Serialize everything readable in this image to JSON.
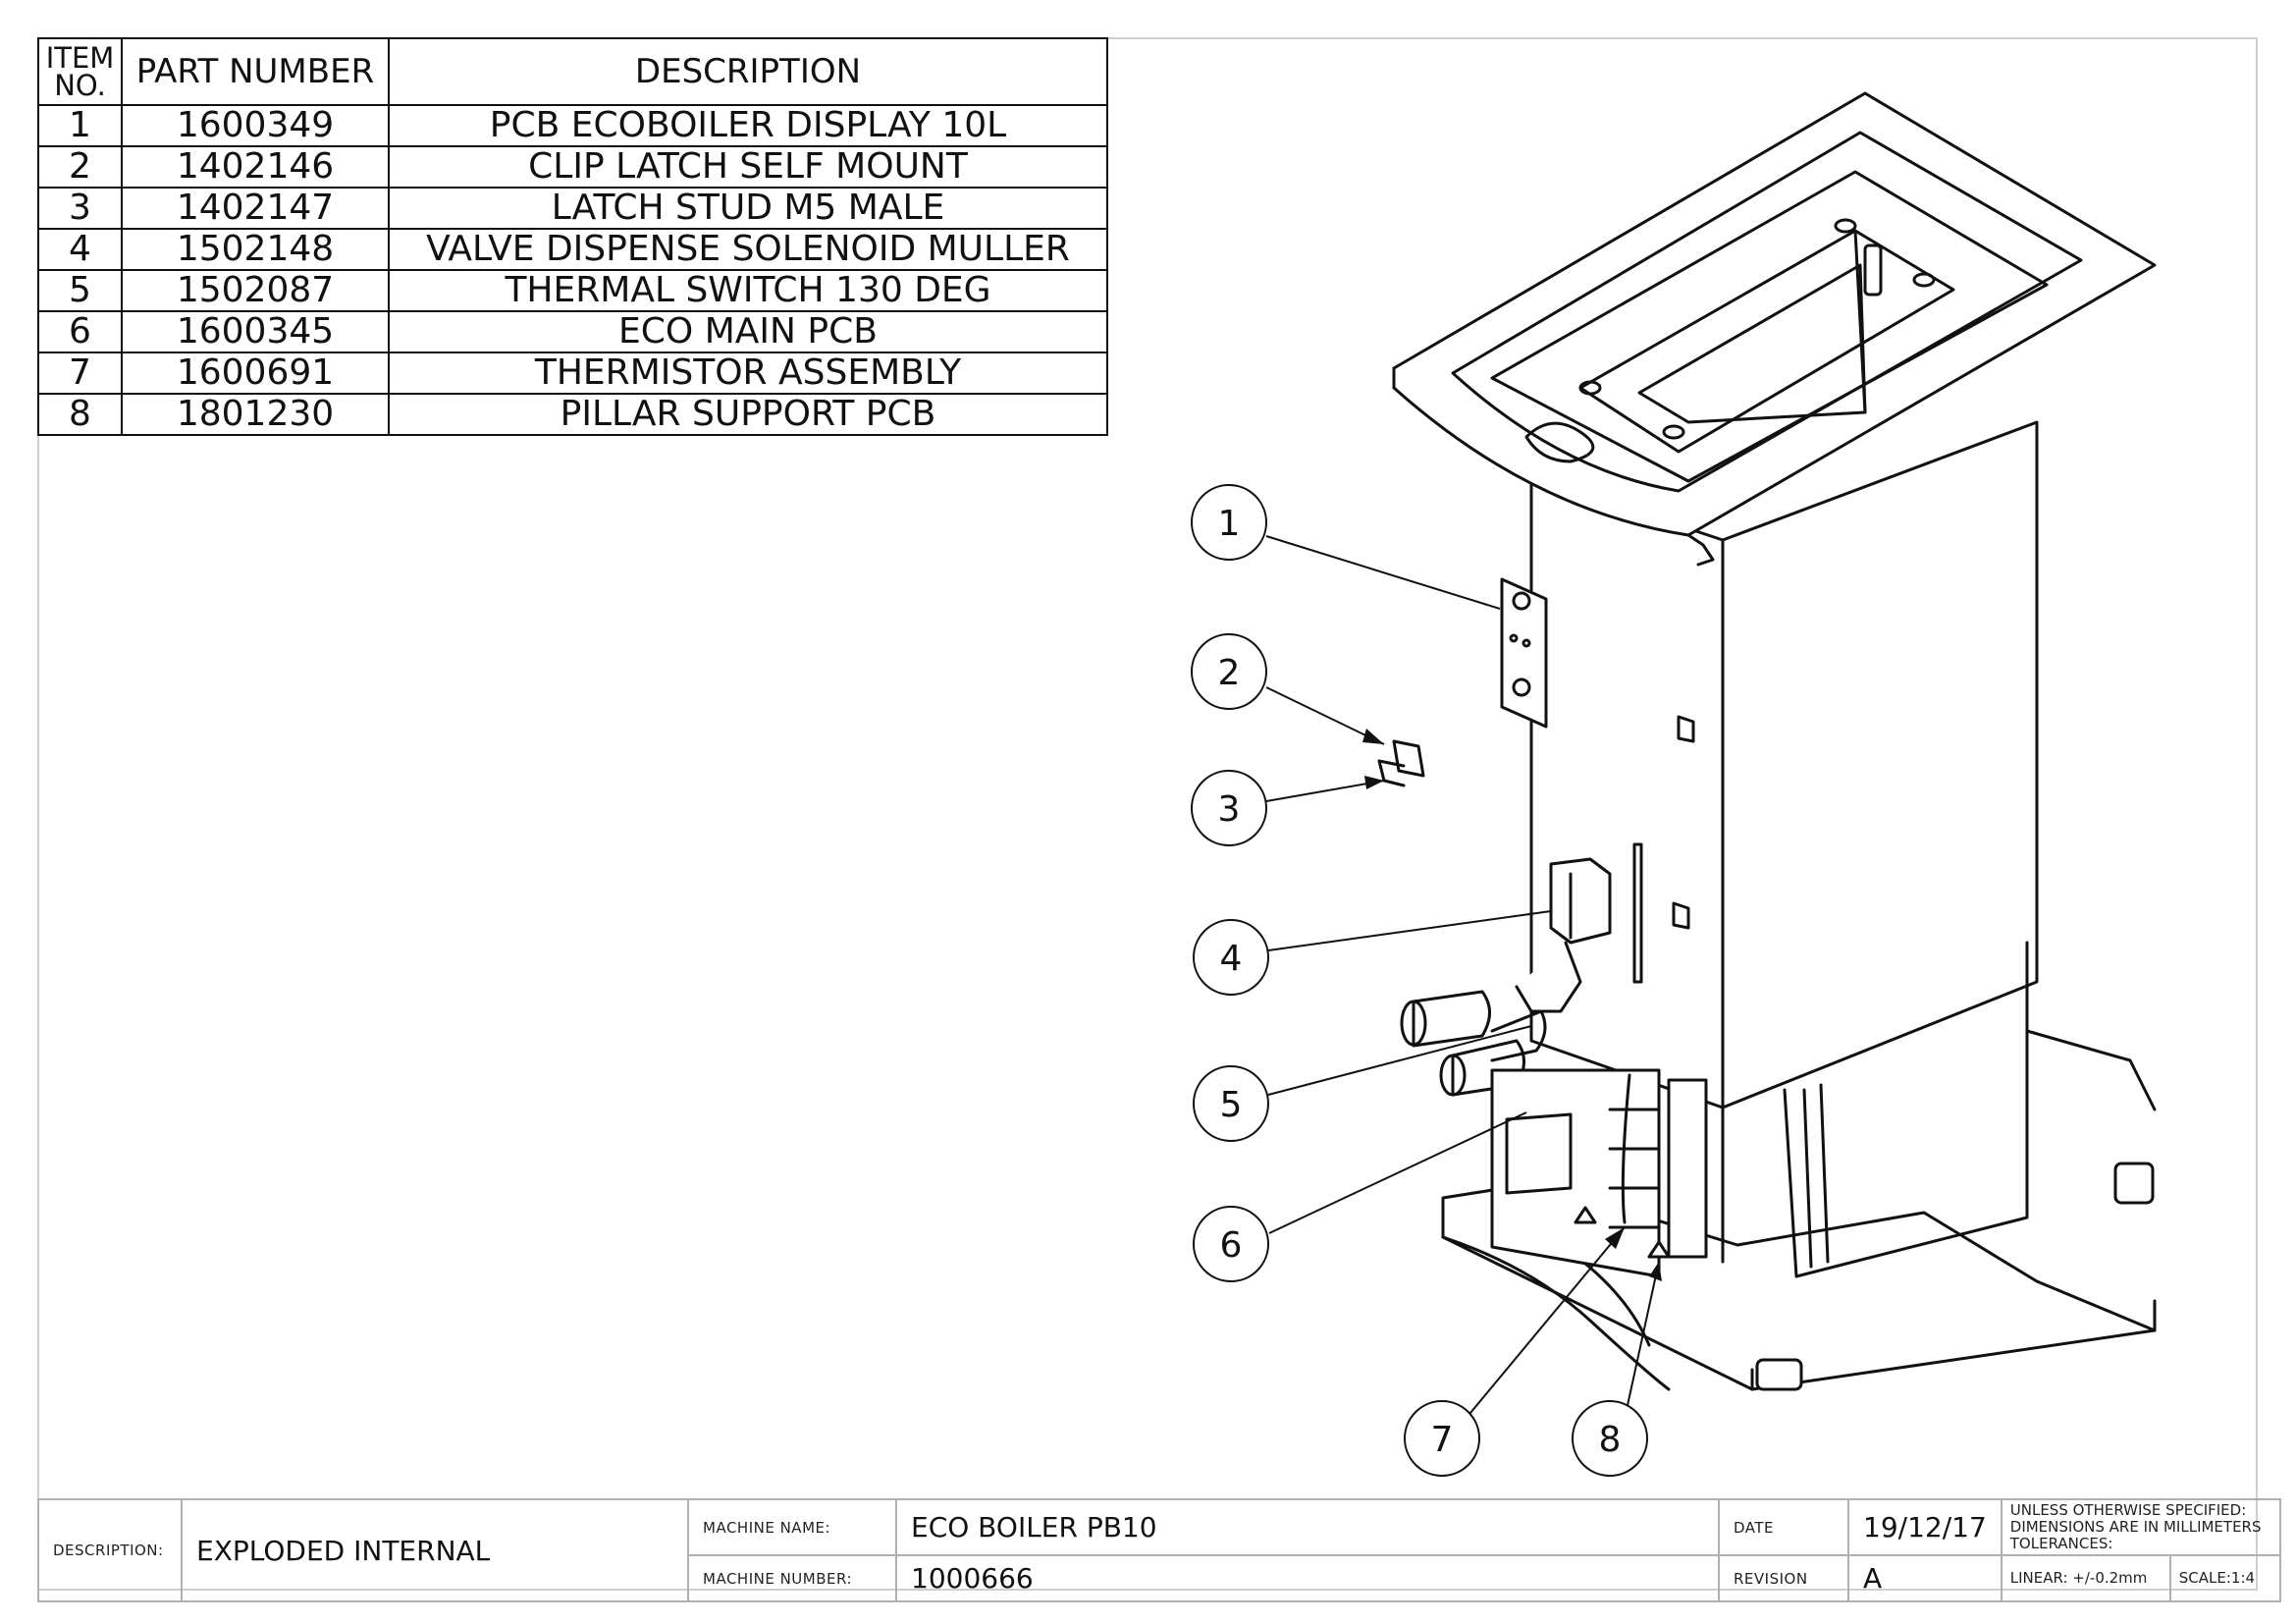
{
  "bom": {
    "headers": {
      "item": "ITEM NO.",
      "item_line1": "ITEM",
      "item_line2": "NO.",
      "part_number": "PART NUMBER",
      "description": "DESCRIPTION"
    },
    "rows": [
      {
        "item": "1",
        "part_number": "1600349",
        "description": "PCB ECOBOILER DISPLAY 10L"
      },
      {
        "item": "2",
        "part_number": "1402146",
        "description": "CLIP LATCH SELF MOUNT"
      },
      {
        "item": "3",
        "part_number": "1402147",
        "description": "LATCH STUD M5 MALE"
      },
      {
        "item": "4",
        "part_number": "1502148",
        "description": "VALVE DISPENSE SOLENOID MULLER"
      },
      {
        "item": "5",
        "part_number": "1502087",
        "description": "THERMAL SWITCH 130 DEG"
      },
      {
        "item": "6",
        "part_number": "1600345",
        "description": "ECO MAIN PCB"
      },
      {
        "item": "7",
        "part_number": "1600691",
        "description": "THERMISTOR ASSEMBLY"
      },
      {
        "item": "8",
        "part_number": "1801230",
        "description": "PILLAR SUPPORT PCB"
      }
    ]
  },
  "balloons": [
    "1",
    "2",
    "3",
    "4",
    "5",
    "6",
    "7",
    "8"
  ],
  "title_block": {
    "description_label": "DESCRIPTION:",
    "description_value": "EXPLODED INTERNAL",
    "machine_name_label": "MACHINE NAME:",
    "machine_name_value": "ECO BOILER PB10",
    "machine_number_label": "MACHINE NUMBER:",
    "machine_number_value": "1000666",
    "date_label": "DATE",
    "date_value": "19/12/17",
    "revision_label": "REVISION",
    "revision_value": "A",
    "notes_line1": "UNLESS OTHERWISE SPECIFIED:",
    "notes_line2": "DIMENSIONS ARE IN MILLIMETERS",
    "notes_line3": "TOLERANCES:",
    "tolerance": "LINEAR: +/-0.2mm",
    "scale": "SCALE:1:4"
  }
}
